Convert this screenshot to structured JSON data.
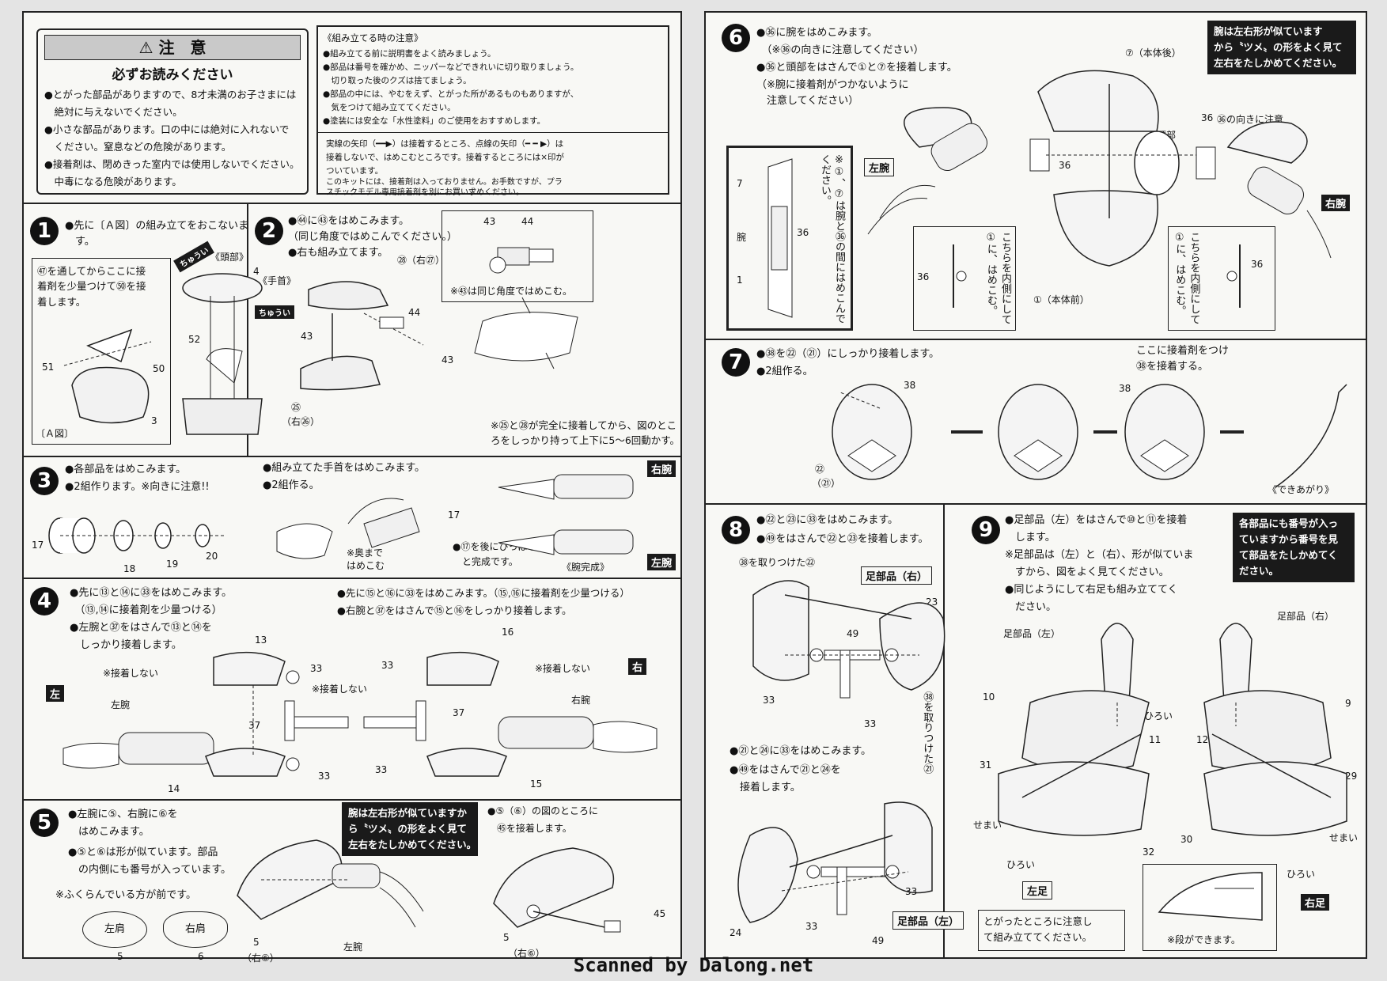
{
  "warning": {
    "title": "注　意",
    "subtitle": "必ずお読みください",
    "lines": [
      "●とがった部品がありますので、8才未満のお子さまには",
      "　絶対に与えないでください。",
      "●小さな部品があります。口の中には絶対に入れないで",
      "　ください。窒息などの危険があります。",
      "●接着剤は、閉めきった室内では使用しないでください。",
      "　中毒になる危険があります。"
    ]
  },
  "notes": {
    "title": "《組み立てる時の注意》",
    "lines": [
      "●組み立てる前に説明書をよく読みましょう。",
      "●部品は番号を確かめ、ニッパーなどできれいに切り取りましょう。",
      "　切り取った後のクズは捨てましょう。",
      "●部品の中には、やむをえず、とがった所があるものもありますが、",
      "　気をつけて組み立ててください。",
      "●塗装には安全な「水性塗料」のご使用をおすすめします。"
    ],
    "arrow_lines": [
      "実線の矢印（━━▶）は接着するところ、点線の矢印（━ ━ ▶）は",
      "接着しないで、はめこむところです。接着するところには×印が",
      "ついています。"
    ],
    "glue_lines": [
      "このキットには、接着剤は入っておりません。お手数ですが、プラ",
      "スチックモデル専用接着剤を別にお買い求めください。"
    ]
  },
  "steps": {
    "s1": {
      "num": "1",
      "text": "●先に〔Ａ図〕の組み立てをおこないま\n　す。",
      "inset": "㊼を通してからここに接\n着剤を少量つけて㊿を接\n着します。",
      "fig_label": "〔Ａ図〕",
      "head_label": "《頭部》",
      "caution": "ちゅうい",
      "parts": [
        "4",
        "52",
        "3",
        "51",
        "47",
        "50",
        "3"
      ]
    },
    "s2": {
      "num": "2",
      "lines": [
        "●㊹に㊸をはめこみます。",
        "（同じ角度ではめこんでください。）",
        "●右も組み立てます。"
      ],
      "wrist_label": "《手首》",
      "callout": "※㊸は同じ角度ではめこむ。",
      "parts_top": [
        "43",
        "44"
      ],
      "part28": "㉘（右㉗）",
      "part25": "㉕",
      "part26": "（右㉖）",
      "parts": [
        "43",
        "44",
        "43"
      ],
      "note": "※㉕と㉘が完全に接着してから、図のとこ\nろをしっかり持って上下に5〜6回動かす。",
      "caution": "ちゅうい"
    },
    "s3": {
      "num": "3",
      "left_lines": [
        "●各部品をはめこみます。",
        "●2組作ります。※向きに注意!!"
      ],
      "mid_lines": [
        "●組み立てた手首をはめこみます。",
        "●2組作る。"
      ],
      "parts": [
        "17",
        "18",
        "19",
        "20"
      ],
      "part17": "17",
      "okude": "※奥まで\nはめこむ",
      "pull": "●⑰を後にひっぱる\n　と完成です。",
      "done": "《腕完成》",
      "right_tag": "右腕",
      "left_tag": "左腕"
    },
    "s4": {
      "num": "4",
      "left_lines": [
        "●先に⑬と⑭に㉝をはめこみます。",
        "　（⑬,⑭に接着剤を少量つける）",
        "●左腕と㊲をはさんで⑬と⑭を",
        "　しっかり接着します。"
      ],
      "right_lines": [
        "●先に⑮と⑯に㉝をはめこみます。（⑮,⑯に接着剤を少量つける）",
        "●右腕と㊲をはさんで⑮と⑯をしっかり接着します。"
      ],
      "no_glue": "※接着しない",
      "left_arm": "左腕",
      "right_arm": "右腕",
      "left_tag": "左",
      "right_tag": "右",
      "parts_l": [
        "13",
        "33",
        "37",
        "14",
        "33"
      ],
      "parts_r": [
        "16",
        "33",
        "37",
        "33",
        "15"
      ]
    },
    "s5": {
      "num": "5",
      "lines": [
        "●左腕に⑤、右腕に⑥を",
        "　はめこみます。",
        "●⑤と⑥は形が似ています。部品",
        "　の内側にも番号が入っています。"
      ],
      "note": "※ふくらんでいる方が前です。",
      "left_shoulder": "左肩",
      "right_shoulder": "右肩",
      "box": "腕は左右形が似ていますか\nら〝ツメ〟の形をよく見て\n左右をたしかめてください。",
      "fig_lines": [
        "●⑤（⑥）の図のところに",
        "　㊺を接着します。"
      ],
      "left_arm": "左腕",
      "parts": [
        "5",
        "6",
        "5",
        "5",
        "45"
      ],
      "part_r6": "（右⑥）",
      "part_r6b": "（右⑥）"
    },
    "s6": {
      "num": "6",
      "lines": [
        "●㊱に腕をはめこみます。",
        "　（※㊱の向きに注意してください）",
        "●㊱と頭部をはさんで①と⑦を接着します。"
      ],
      "note": "（※腕に接着剤がつかないように\n　注意してください）",
      "box": "腕は左右形が似ています\nから〝ツメ〟の形をよく見て\n左右をたしかめてください。",
      "inset_vert": "※①、⑦は腕と㊱の間にはめこんでください。",
      "inside_vert_l": "こちらを内側にして①に、はめこむ。",
      "inside_vert_r": "こちらを内側にして①に、はめこむ。",
      "body_back": "⑦（本体後）",
      "body_front": "①（本体前）",
      "head": "頭部",
      "orient": "㊱の向きに注意",
      "left_arm_tag": "左腕",
      "right_arm_tag": "右腕",
      "parts": [
        "36",
        "36",
        "36",
        "36",
        "7",
        "36",
        "1"
      ],
      "arm": "腕"
    },
    "s7": {
      "num": "7",
      "lines": [
        "●㊳を㉒（㉑）にしっかり接着します。",
        "●2組作る。"
      ],
      "glue_here": "ここに接着剤をつけ\n㊳を接着する。",
      "done": "《できあがり》",
      "parts": [
        "38",
        "38"
      ],
      "part22": "㉒",
      "part21": "（㉑）"
    },
    "s8": {
      "num": "8",
      "lines": [
        "●㉒と㉓に㉝をはめこみます。",
        "●㊾をはさんで㉒と㉓を接着します。"
      ],
      "lines2": [
        "●㉑と㉔に㉝をはめこみます。",
        "●㊾をはさんで㉑と㉔を",
        "　接着します。"
      ],
      "part38_22": "㊳を取りつけた㉒",
      "foot_r": "足部品（右）",
      "foot_l": "足部品（左）",
      "vert38": "㊳を取りつけた㉑",
      "parts": [
        "23",
        "49",
        "33",
        "33",
        "24",
        "33",
        "33",
        "49"
      ]
    },
    "s9": {
      "num": "9",
      "lines": [
        "●足部品（左）をはさんで⑩と⑪を接着",
        "　します。",
        "※足部品は（左）と（右）、形が似ていま",
        "　すから、図をよく見てください。",
        "●同じようにして右足も組み立ててく",
        "　ださい。"
      ],
      "box": "各部品にも番号が入っ\nていますから番号を見\nて部品をたしかめてく\nださい。",
      "foot_l": "足部品（左）",
      "foot_r": "足部品（右）",
      "wide": "ひろい",
      "narrow": "せまい",
      "left_foot_tag": "左足",
      "right_foot_tag": "右足",
      "caution_box": "とがったところに注意し\nて組み立ててください。",
      "step_note": "※段ができます。",
      "parts": [
        "10",
        "11",
        "12",
        "9",
        "31",
        "32",
        "30",
        "29"
      ]
    }
  },
  "footer": "Scanned by Dalong.net"
}
